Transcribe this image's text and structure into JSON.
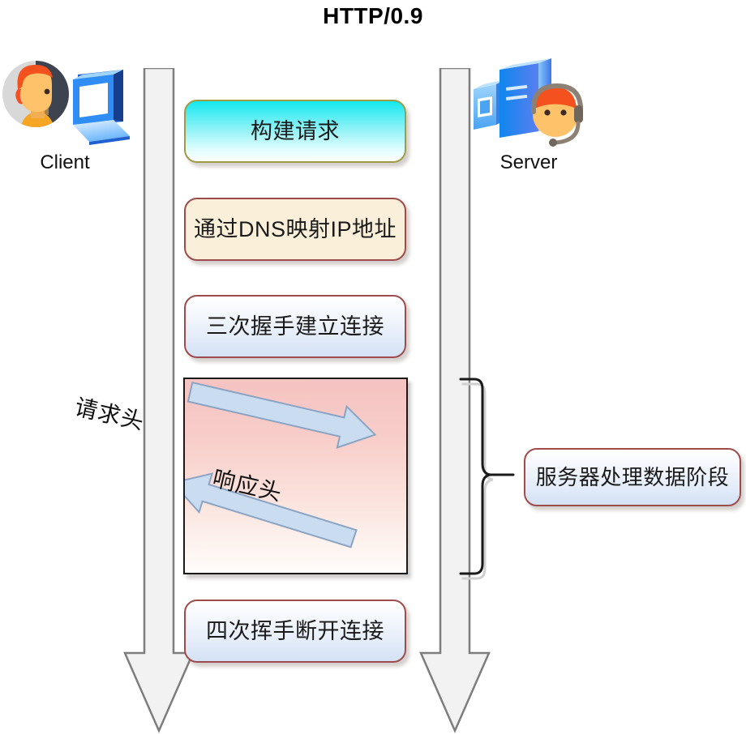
{
  "title": "HTTP/0.9",
  "endpoints": {
    "client": {
      "label": "Client",
      "icon": "client-avatar-laptop-icon"
    },
    "server": {
      "label": "Server",
      "icon": "server-tower-operator-icon"
    }
  },
  "lifelines": [
    {
      "name": "client-lifeline-arrow",
      "icon": "down-arrow-icon"
    },
    {
      "name": "server-lifeline-arrow",
      "icon": "down-arrow-icon"
    }
  ],
  "steps": [
    {
      "id": "build",
      "label": "构建请求",
      "fill": "#12e8ef",
      "border": "#a09b46"
    },
    {
      "id": "dns",
      "label": "通过DNS映射IP地址",
      "fill": "#faf0da",
      "border": "#9e4b4b"
    },
    {
      "id": "handshake",
      "label": "三次握手建立连接",
      "fill": "#d4e2f5",
      "border": "#9e4b4b"
    },
    {
      "id": "disconnect",
      "label": "四次挥手断开连接",
      "fill": "#d4e2f5",
      "border": "#9e4b4b"
    }
  ],
  "exchange": {
    "panel_name": "data-exchange-panel",
    "background_from": "#f5c3c1",
    "background_to": "#fffcfa",
    "arrows": [
      {
        "id": "request",
        "label": "请求头",
        "direction": "client-to-server",
        "fill": "#c9dcf0"
      },
      {
        "id": "response",
        "label": "响应头",
        "direction": "server-to-client",
        "fill": "#c9dcf0"
      }
    ]
  },
  "annotation": {
    "brace": "right-curly-brace",
    "label": "服务器处理数据阶段"
  },
  "colors": {
    "arrow_blue": "#c9dcf0",
    "arrow_blue_border": "#8ba4c4",
    "lifeline_fill": "#f2f2f2",
    "lifeline_border": "#808080",
    "box_red_border": "#9e4b4b",
    "box_olive_border": "#a09b46",
    "text": "#1a1a1a"
  }
}
